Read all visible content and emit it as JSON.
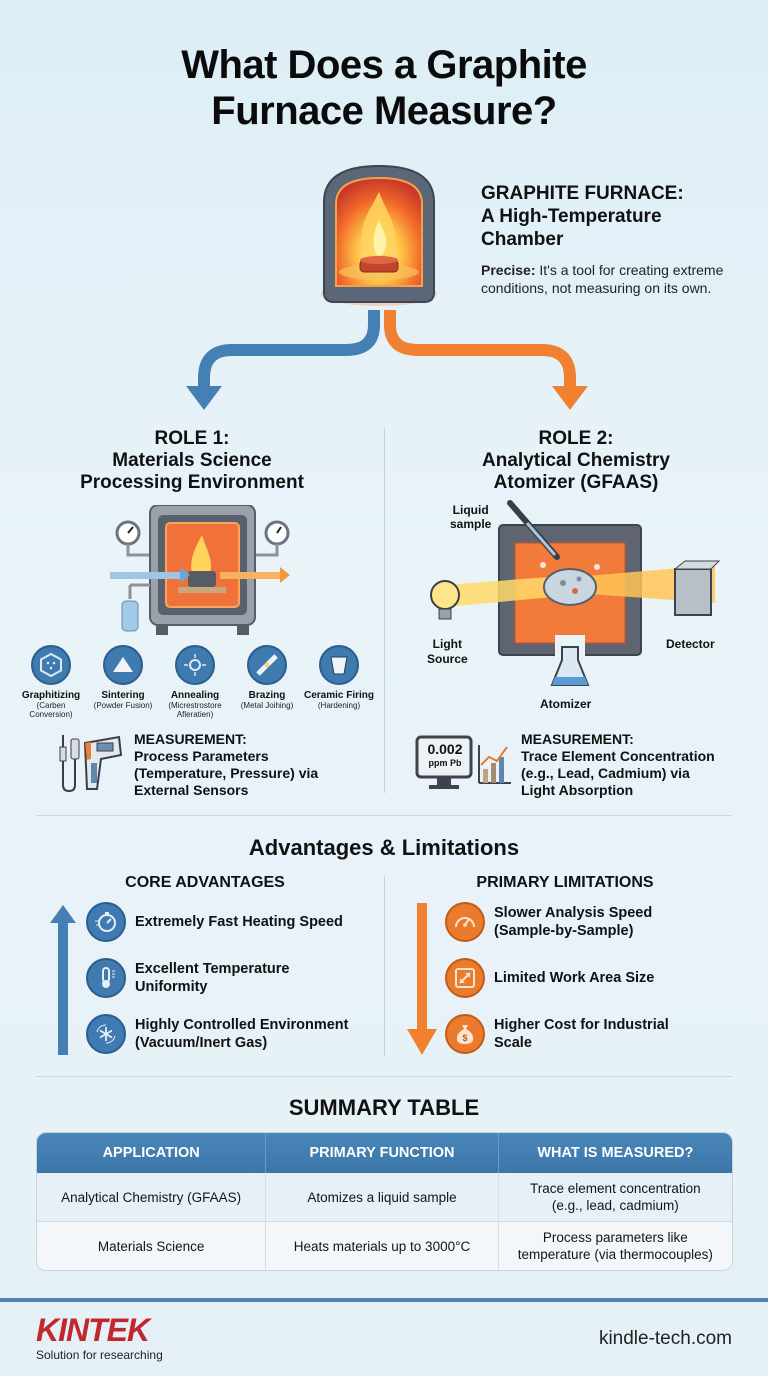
{
  "title": {
    "line1": "What Does a Graphite",
    "line2": "Furnace Measure?"
  },
  "hero": {
    "heading_line1": "GRAPHITE FURNACE:",
    "heading_line2": "A High-Temperature",
    "heading_line3": "Chamber",
    "desc_bold": "Precise:",
    "desc_text": " It's a tool for creating extreme conditions, not measuring on its own."
  },
  "roles": [
    {
      "label": "ROLE 1:",
      "line2": "Materials Science",
      "line3": "Processing Environment",
      "processes": [
        {
          "name": "Graphitizing",
          "sub": "(Carben Conversion)",
          "icon": "hexagon-lattice-icon"
        },
        {
          "name": "Sintering",
          "sub": "(Powder Fusion)",
          "icon": "powder-pile-icon"
        },
        {
          "name": "Annealing",
          "sub": "(Micrestrostore Afleratien)",
          "icon": "microstructure-icon"
        },
        {
          "name": "Brazing",
          "sub": "(Metal Joihing)",
          "icon": "brazing-icon"
        },
        {
          "name": "Ceramic Firing",
          "sub": "(Hardening)",
          "icon": "ceramic-cup-icon"
        }
      ],
      "measurement": {
        "label": "MEASUREMENT:",
        "line1": "Process Parameters",
        "line2": "(Temperature, Pressure) via",
        "line3": "External Sensors"
      }
    },
    {
      "label": "ROLE 2:",
      "line2": "Analytical Chemistry",
      "line3": "Atomizer (GFAAS)",
      "diagram_labels": {
        "liquid_sample": [
          "Liquid",
          "sample"
        ],
        "light_source": [
          "Light",
          "Source"
        ],
        "detector": "Detector",
        "atomizer": "Atomizer"
      },
      "display": {
        "value": "0.002",
        "unit": "ppm Pb"
      },
      "measurement": {
        "label": "MEASUREMENT:",
        "line1": "Trace Element Concentration",
        "line2": "(e.g., Lead, Cadmium) via",
        "line3": "Light Absorption"
      }
    }
  ],
  "advantages_limitations": {
    "title": "Advantages & Limitations",
    "advantages": {
      "heading": "CORE ADVANTAGES",
      "items": [
        {
          "line1": "Extremely Fast Heating Speed",
          "line2": "",
          "icon": "stopwatch-icon"
        },
        {
          "line1": "Excellent Temperature",
          "line2": "Uniformity",
          "icon": "thermometer-icon"
        },
        {
          "line1": "Highly Controlled Environment",
          "line2": "(Vacuum/Inert Gas)",
          "icon": "snowflake-cycle-icon"
        }
      ]
    },
    "limitations": {
      "heading": "PRIMARY LIMITATIONS",
      "items": [
        {
          "line1": "Slower Analysis Speed",
          "line2": "(Sample-by-Sample)",
          "icon": "speedometer-icon"
        },
        {
          "line1": "Limited Work Area Size",
          "line2": "",
          "icon": "resize-icon"
        },
        {
          "line1": "Higher Cost for Industrial",
          "line2": "Scale",
          "icon": "money-bag-icon"
        }
      ]
    }
  },
  "summary": {
    "title": "SUMMARY TABLE",
    "headers": [
      "APPLICATION",
      "PRIMARY FUNCTION",
      "WHAT IS MEASURED?"
    ],
    "rows": [
      [
        "Analytical Chemistry (GFAAS)",
        "Atomizes a liquid sample",
        "Trace element concentration",
        "(e.g., lead, cadmium)"
      ],
      [
        "Materials Science",
        "Heats materials up to 3000°C",
        "Process parameters like",
        "temperature (via thermocouples)"
      ]
    ]
  },
  "footer": {
    "brand": "KINTEK",
    "tagline": "Solution for researching",
    "website": "kindle-tech.com"
  },
  "colors": {
    "blue": "#3f7bb0",
    "orange": "#ea7a2c",
    "brand_red": "#c1272d",
    "background": "#e6f1f7"
  }
}
